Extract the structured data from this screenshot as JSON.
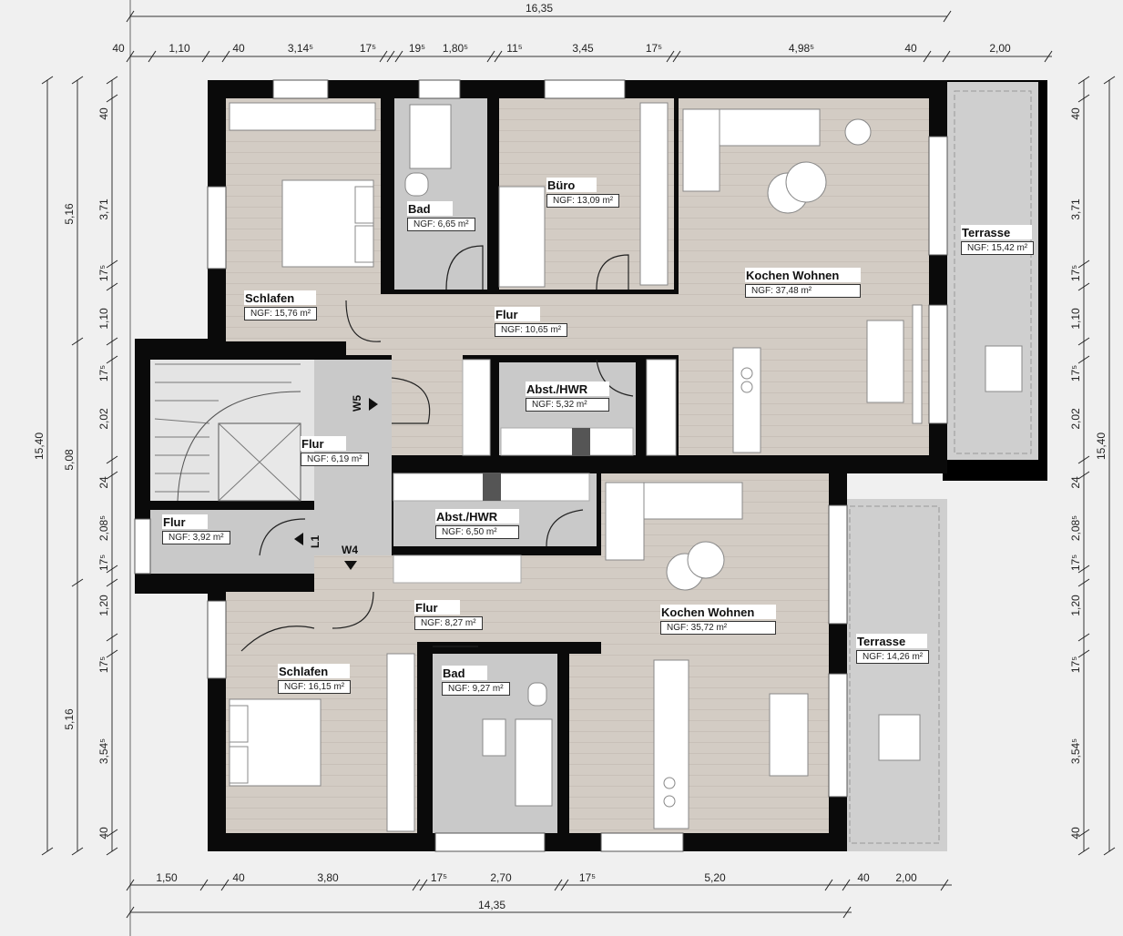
{
  "plan": {
    "rooms": [
      {
        "name": "Schlafen",
        "area": "NGF: 15,76 m²"
      },
      {
        "name": "Bad",
        "area": "NGF: 6,65 m²"
      },
      {
        "name": "Büro",
        "area": "NGF: 13,09 m²"
      },
      {
        "name": "Kochen Wohnen",
        "area": "NGF:      37,48 m²"
      },
      {
        "name": "Terrasse",
        "area": "NGF: 15,42 m²"
      },
      {
        "name": "Flur",
        "area": "NGF: 10,65 m²"
      },
      {
        "name": "Abst./HWR",
        "area": "NGF: 5,32 m²"
      },
      {
        "name": "Flur",
        "area": "NGF: 6,19 m²"
      },
      {
        "name": "Flur",
        "area": "NGF: 3,92 m²"
      },
      {
        "name": "Abst./HWR",
        "area": "NGF: 6,50 m²"
      },
      {
        "name": "Flur",
        "area": "NGF: 8,27 m²"
      },
      {
        "name": "Kochen Wohnen",
        "area": "NGF:      35,72 m²"
      },
      {
        "name": "Terrasse",
        "area": "NGF: 14,26 m²"
      },
      {
        "name": "Schlafen",
        "area": "NGF: 16,15 m²"
      },
      {
        "name": "Bad",
        "area": "NGF: 9,27 m²"
      }
    ],
    "markers": [
      "W5",
      "W4",
      "L1"
    ]
  },
  "dimensions": {
    "top_total": "16,35",
    "top": [
      "40",
      "1,10",
      "40",
      "3,14⁵",
      "17⁵",
      "19⁵",
      "1,80⁵",
      "11⁵",
      "3,45",
      "17⁵",
      "4,98⁵",
      "40",
      "2,00"
    ],
    "bottom": [
      "1,50",
      "40",
      "3,80",
      "17⁵",
      "2,70",
      "17⁵",
      "5,20",
      "40",
      "2,00"
    ],
    "bottom_total": "14,35",
    "left_total": "15,40",
    "left_mid": [
      "5,16",
      "5,08",
      "5,16"
    ],
    "left": [
      "40",
      "3,71",
      "17⁵",
      "1,10",
      "17⁵",
      "2,02",
      "24",
      "2,08⁵",
      "17⁵",
      "1,20",
      "17⁵",
      "3,54⁵",
      "40"
    ],
    "right": [
      "40",
      "3,71",
      "17⁵",
      "1,10",
      "17⁵",
      "2,02",
      "24",
      "2,08⁵",
      "17⁵",
      "1,20",
      "17⁵",
      "3,54⁵",
      "40"
    ],
    "right_total": "15,40"
  }
}
